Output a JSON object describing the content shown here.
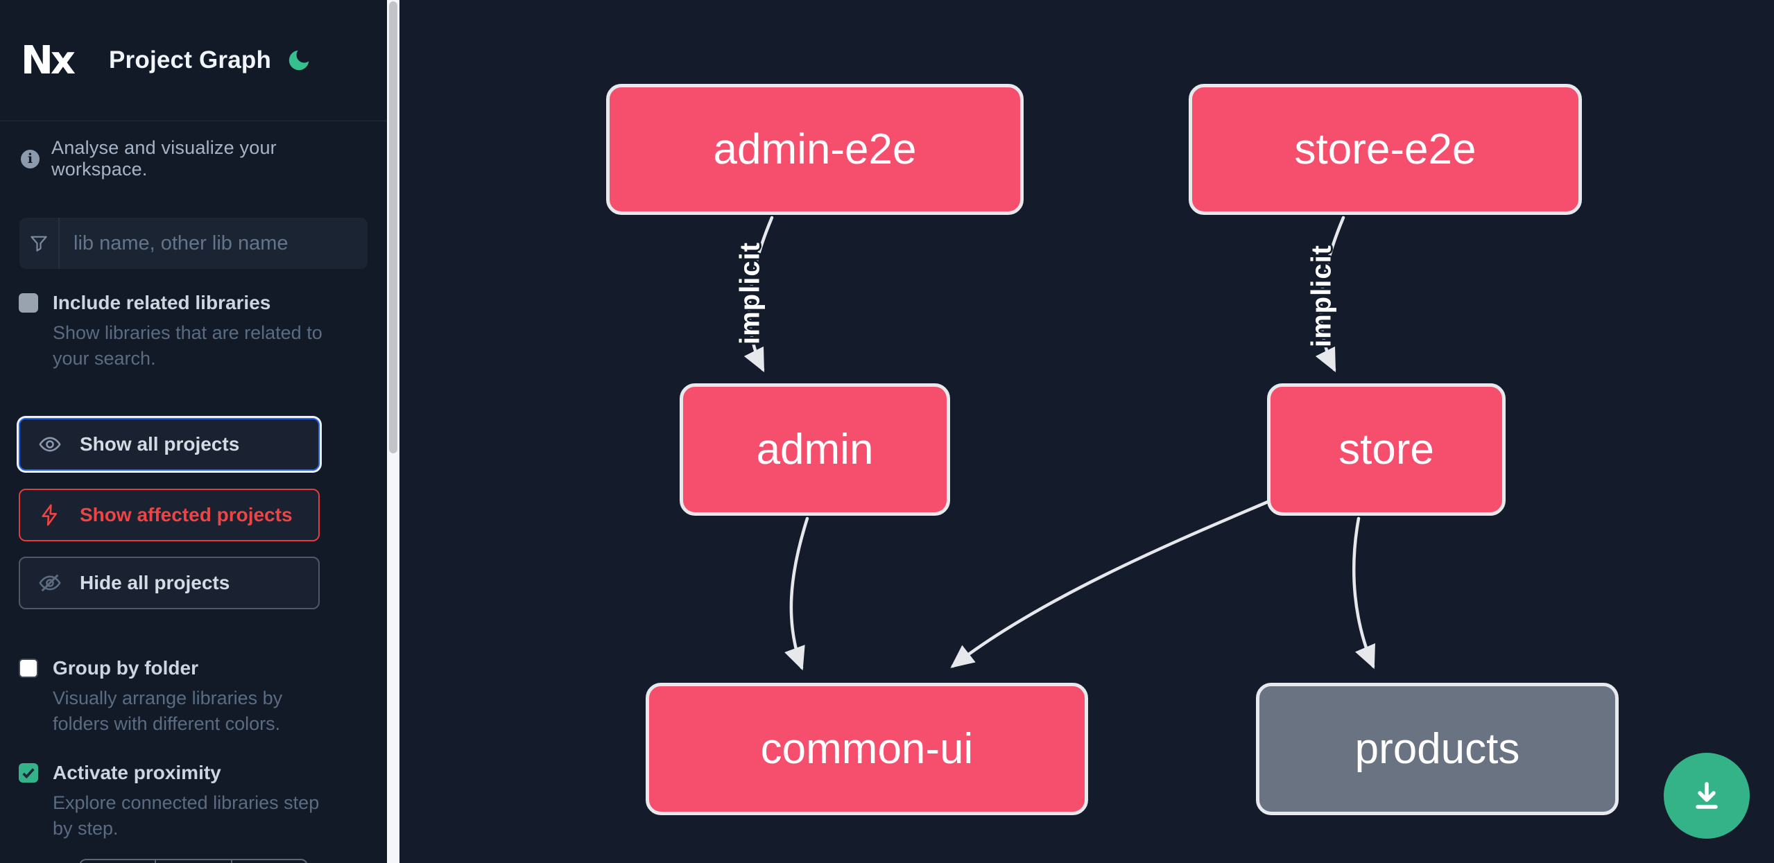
{
  "app": {
    "logo": "Nx",
    "title": "Project Graph",
    "tagline": "Analyse and visualize your workspace."
  },
  "search": {
    "placeholder": "lib name, other lib name"
  },
  "controls": {
    "related": {
      "label": "Include related libraries",
      "description": "Show libraries that are related to your search.",
      "checked": false
    },
    "show_all_label": "Show all projects",
    "show_affected_label": "Show affected projects",
    "hide_all_label": "Hide all projects",
    "group_folder": {
      "label": "Group by folder",
      "description": "Visually arrange libraries by folders with different colors.",
      "checked": false
    },
    "proximity": {
      "label": "Activate proximity",
      "description": "Explore connected libraries step by step.",
      "checked": true
    }
  },
  "graph": {
    "nodes": [
      {
        "id": "admin-e2e",
        "label": "admin-e2e",
        "color": "pink"
      },
      {
        "id": "store-e2e",
        "label": "store-e2e",
        "color": "pink"
      },
      {
        "id": "admin",
        "label": "admin",
        "color": "pink"
      },
      {
        "id": "store",
        "label": "store",
        "color": "pink"
      },
      {
        "id": "common-ui",
        "label": "common-ui",
        "color": "pink"
      },
      {
        "id": "products",
        "label": "products",
        "color": "gray"
      }
    ],
    "edges": [
      {
        "from": "admin-e2e",
        "to": "admin",
        "label": "implicit"
      },
      {
        "from": "store-e2e",
        "to": "store",
        "label": "implicit"
      },
      {
        "from": "admin",
        "to": "common-ui",
        "label": ""
      },
      {
        "from": "store",
        "to": "common-ui",
        "label": ""
      },
      {
        "from": "store",
        "to": "products",
        "label": ""
      }
    ]
  },
  "colors": {
    "accent_green": "#34b288",
    "node_pink": "#f64f6e",
    "node_gray": "#6a7382",
    "focus_blue": "#2563eb",
    "affected_red": "#ef4444",
    "edge": "#e6e8ec"
  },
  "fab": {
    "icon": "download-icon"
  }
}
